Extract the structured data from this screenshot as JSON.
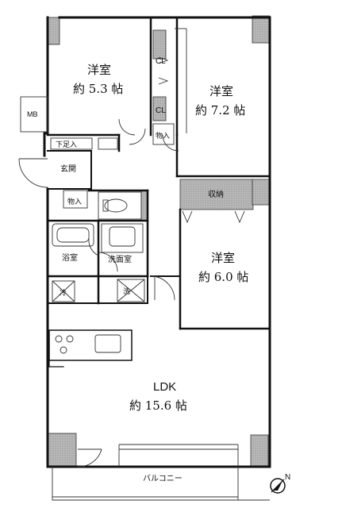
{
  "rooms": {
    "western1": {
      "name": "洋室",
      "area": "約 5.3 帖"
    },
    "western2": {
      "name": "洋室",
      "area": "約 7.2 帖"
    },
    "western3": {
      "name": "洋室",
      "area": "約 6.0 帖"
    },
    "ldk": {
      "name": "LDK",
      "area": "約 15.6 帖"
    }
  },
  "labels": {
    "mb": "MB",
    "cl1": "CL",
    "cl2": "CL",
    "storage_small1": "物入",
    "storage_small2": "物入",
    "shoe_storage": "下足入",
    "entrance": "玄関",
    "storage_big": "収納",
    "bath": "浴室",
    "washroom": "洗面室",
    "fridge": "冷",
    "washer": "洗",
    "balcony": "バルコニー",
    "compass_n": "N"
  },
  "colors": {
    "wall": "#111111",
    "column": "#888888",
    "gray_fill": "#c8c8c8"
  }
}
